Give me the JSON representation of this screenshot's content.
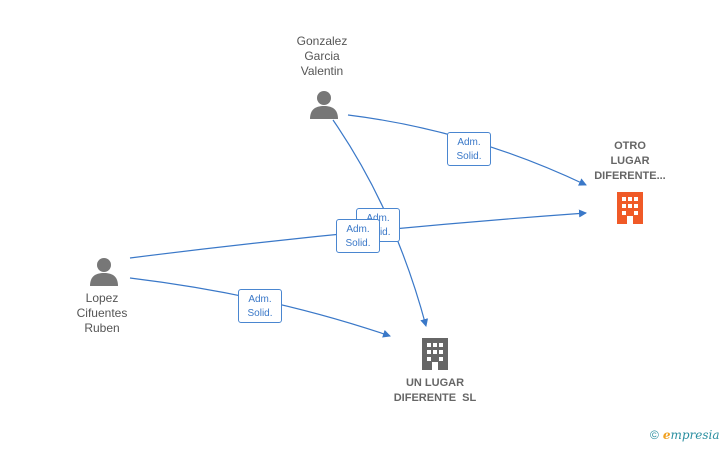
{
  "people": [
    {
      "id": "gonzalez",
      "name_lines": [
        "Gonzalez",
        "Garcia",
        "Valentin"
      ],
      "icon": "person-icon"
    },
    {
      "id": "lopez",
      "name_lines": [
        "Lopez",
        "Cifuentes",
        "Ruben"
      ],
      "icon": "person-icon"
    }
  ],
  "companies": [
    {
      "id": "otro",
      "name_lines": [
        "OTRO",
        "LUGAR",
        "DIFERENTE..."
      ],
      "icon": "building-icon",
      "color": "#f05a28"
    },
    {
      "id": "un",
      "name_lines": [
        "UN LUGAR",
        "DIFERENTE  SL"
      ],
      "icon": "building-icon",
      "color": "#666666"
    }
  ],
  "relations": [
    {
      "from": "gonzalez",
      "to": "otro",
      "label_lines": [
        "Adm.",
        "Solid."
      ]
    },
    {
      "from": "gonzalez",
      "to": "un",
      "label_lines": [
        "Adm.",
        "Solid."
      ]
    },
    {
      "from": "lopez",
      "to": "otro",
      "label_lines": [
        "Adm.",
        "Solid."
      ]
    },
    {
      "from": "lopez",
      "to": "un",
      "label_lines": [
        "Adm.",
        "Solid."
      ]
    }
  ],
  "colors": {
    "edge": "#3a78c8",
    "person": "#777777"
  },
  "brand": {
    "copyright": "©",
    "name_first": "e",
    "name_rest": "mpresia"
  }
}
